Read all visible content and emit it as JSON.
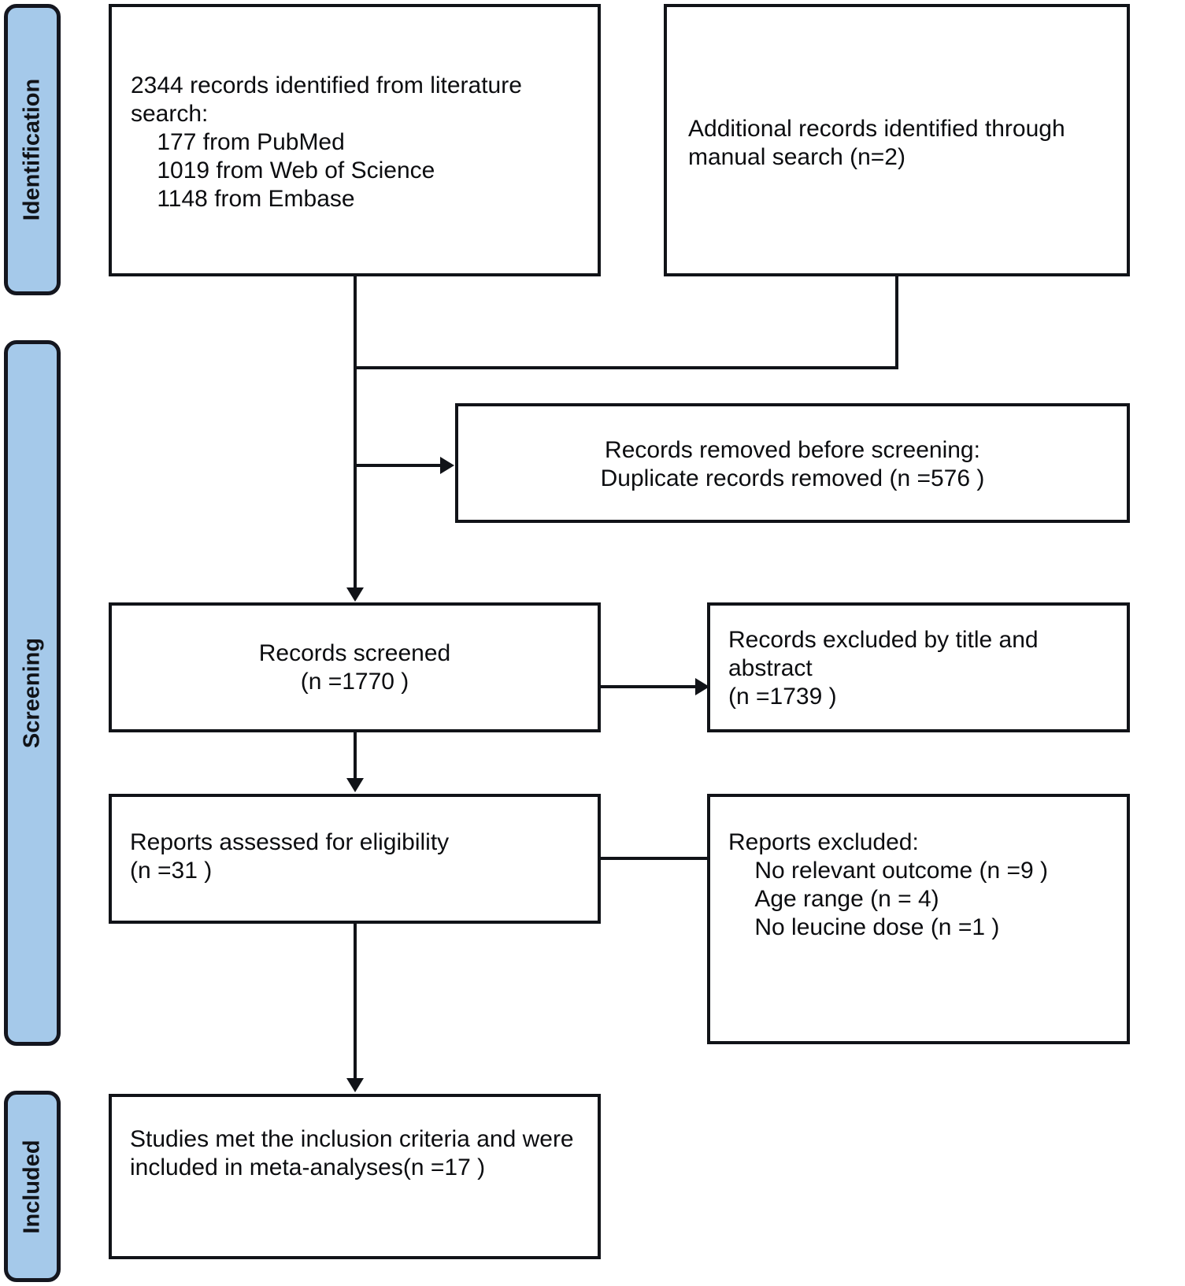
{
  "diagram": {
    "type": "prisma-flow-diagram",
    "accent_color": "#a5c9ea",
    "border_color": "#111318",
    "background_color": "#ffffff"
  },
  "stages": [
    {
      "id": "identification",
      "label": "Identification"
    },
    {
      "id": "screening",
      "label": "Screening"
    },
    {
      "id": "included",
      "label": "Included"
    }
  ],
  "boxes": {
    "records_identified": {
      "text": "2344 records identified from literature search:\n    177 from PubMed\n    1019 from Web of Science\n    1148 from Embase",
      "align": "left"
    },
    "additional_records": {
      "text": "Additional records identified through manual search (n=2)",
      "align": "left"
    },
    "records_removed": {
      "text": "Records removed before screening:\nDuplicate records removed (n =576 )",
      "align": "center"
    },
    "records_screened": {
      "text": "Records screened\n(n =1770 )",
      "align": "center"
    },
    "records_excluded": {
      "text": "Records excluded by title and abstract\n(n =1739 )",
      "align": "left"
    },
    "reports_assessed": {
      "text": "Reports assessed for eligibility\n(n =31 )",
      "align": "left"
    },
    "reports_excluded": {
      "text": "Reports excluded:\n    No relevant outcome (n =9 )\n    Age range (n = 4)\n    No leucine dose (n =1 )",
      "align": "left"
    },
    "studies_included": {
      "text": "Studies met the inclusion criteria and were included in meta-analyses(n =17 )",
      "align": "left"
    }
  },
  "counts": {
    "total_identified": 2344,
    "pubmed": 177,
    "web_of_science": 1019,
    "embase": 1148,
    "manual_search": 2,
    "duplicates_removed": 576,
    "screened": 1770,
    "excluded_title_abstract": 1739,
    "assessed_for_eligibility": 31,
    "excluded_no_relevant_outcome": 9,
    "excluded_age_range": 4,
    "excluded_no_leucine_dose": 1,
    "included_in_meta_analyses": 17
  }
}
